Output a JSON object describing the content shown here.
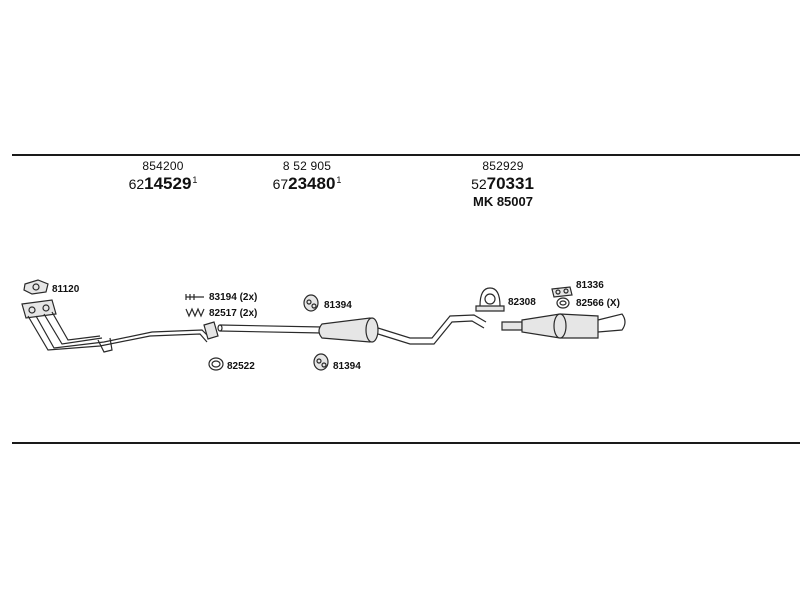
{
  "part_groups": [
    {
      "ref": "854200",
      "prefix": "62",
      "number": "14529",
      "superscript": "1",
      "extra": ""
    },
    {
      "ref": "8 52 905",
      "prefix": "67",
      "number": "23480",
      "superscript": "1",
      "extra": ""
    },
    {
      "ref": "852929",
      "prefix": "52",
      "number": "70331",
      "superscript": "",
      "extra": "MK  85007"
    }
  ],
  "part_labels": {
    "gasket_front": "81120",
    "spring_bolt": "83194 (2x)",
    "spring": "82517 (2x)",
    "ring_82522": "82522",
    "rubber_upper": "81394",
    "rubber_lower": "81394",
    "clamp": "82308",
    "mount_rear": "81336",
    "ring_rear": "82566 (X)"
  },
  "colors": {
    "line": "#1a1a1a",
    "stroke": "#2a2a2a",
    "fill": "#e6e6e6"
  }
}
